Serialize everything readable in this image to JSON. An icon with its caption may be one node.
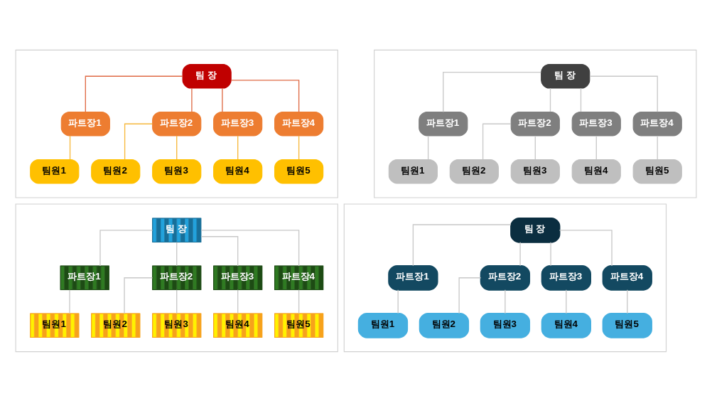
{
  "diagram": {
    "nodes": [
      {
        "text": [],
        "shape": "box"
      },
      {
        "text": [
          "팀 장"
        ],
        "in": 0
      },
      {
        "text": [
          "파트장1"
        ],
        "in": 0
      },
      {
        "text": [
          "파트장2"
        ],
        "in": 0
      },
      {
        "text": [
          "파트장3"
        ],
        "in": 0
      },
      {
        "text": [
          "파트장4"
        ],
        "in": 0
      },
      {
        "text": [
          "팀원1"
        ],
        "in": 0
      },
      {
        "text": [
          "팀원2"
        ],
        "in": 0
      },
      {
        "text": [
          "팀원3"
        ],
        "in": 0
      },
      {
        "text": [
          "팀원4"
        ],
        "in": 0
      },
      {
        "text": [
          "팀원5"
        ],
        "in": 0
      },
      {
        "text": [],
        "shape": "box"
      },
      {
        "text": [
          "팀 장"
        ],
        "in": 11
      },
      {
        "text": [
          "파트장1"
        ],
        "in": 11
      },
      {
        "text": [
          "파트장2"
        ],
        "in": 11
      },
      {
        "text": [
          "파트장3"
        ],
        "in": 11
      },
      {
        "text": [
          "파트장4"
        ],
        "in": 11
      },
      {
        "text": [
          "팀원1"
        ],
        "in": 11
      },
      {
        "text": [
          "팀원2"
        ],
        "in": 11
      },
      {
        "text": [
          "팀원3"
        ],
        "in": 11
      },
      {
        "text": [
          "팀원4"
        ],
        "in": 11
      },
      {
        "text": [
          "팀원5"
        ],
        "in": 11
      },
      {
        "text": [],
        "shape": "box"
      },
      {
        "text": [
          "팀 장"
        ],
        "in": 22
      },
      {
        "text": [
          "파트장1"
        ],
        "in": 22
      },
      {
        "text": [
          "파트장2"
        ],
        "in": 22
      },
      {
        "text": [
          "파트장3"
        ],
        "in": 22
      },
      {
        "text": [
          "파트장4"
        ],
        "in": 22
      },
      {
        "text": [
          "팀원1"
        ],
        "in": 22
      },
      {
        "text": [
          "팀원2"
        ],
        "in": 22
      },
      {
        "text": [
          "팀원3"
        ],
        "in": 22
      },
      {
        "text": [
          "팀원4"
        ],
        "in": 22
      },
      {
        "text": [
          "팀원5"
        ],
        "in": 22
      },
      {
        "text": [],
        "shape": "box"
      },
      {
        "text": [
          "팀 장"
        ],
        "in": 33
      },
      {
        "text": [
          "파트장1"
        ],
        "in": 33
      },
      {
        "text": [
          "파트장2"
        ],
        "in": 33
      },
      {
        "text": [
          "파트장3"
        ],
        "in": 33
      },
      {
        "text": [
          "파트장4"
        ],
        "in": 33
      },
      {
        "text": [
          "팀원1"
        ],
        "in": 33
      },
      {
        "text": [
          "팀원2"
        ],
        "in": 33
      },
      {
        "text": [
          "팀원3"
        ],
        "in": 33
      },
      {
        "text": [
          "팀원4"
        ],
        "in": 33
      },
      {
        "text": [
          "팀원5"
        ],
        "in": 33
      }
    ],
    "edges": [
      {
        "from": 1,
        "to": 2,
        "arrow": "none",
        "color": "#df6a45"
      },
      {
        "from": 1,
        "to": 3,
        "arrow": "none",
        "color": "#df6a45"
      },
      {
        "from": 1,
        "to": 4,
        "arrow": "none",
        "color": "#df6a45"
      },
      {
        "from": 1,
        "to": 5,
        "arrow": "none",
        "color": "#df6a45"
      },
      {
        "from": 2,
        "to": 6,
        "arrow": "none",
        "color": "#f6b83c"
      },
      {
        "from": 3,
        "to": 7,
        "arrow": "none",
        "color": "#f6b83c"
      },
      {
        "from": 3,
        "to": 8,
        "arrow": "none",
        "color": "#f6b83c"
      },
      {
        "from": 4,
        "to": 9,
        "arrow": "none",
        "color": "#f6b83c"
      },
      {
        "from": 5,
        "to": 10,
        "arrow": "none",
        "color": "#f6b83c"
      },
      {
        "from": 12,
        "to": 13,
        "arrow": "none"
      },
      {
        "from": 12,
        "to": 14,
        "arrow": "none"
      },
      {
        "from": 12,
        "to": 15,
        "arrow": "none"
      },
      {
        "from": 12,
        "to": 16,
        "arrow": "none"
      },
      {
        "from": 13,
        "to": 17,
        "arrow": "none"
      },
      {
        "from": 14,
        "to": 18,
        "arrow": "none"
      },
      {
        "from": 14,
        "to": 19,
        "arrow": "none"
      },
      {
        "from": 15,
        "to": 20,
        "arrow": "none"
      },
      {
        "from": 16,
        "to": 21,
        "arrow": "none"
      },
      {
        "from": 23,
        "to": 24,
        "arrow": "none"
      },
      {
        "from": 23,
        "to": 25,
        "arrow": "none"
      },
      {
        "from": 23,
        "to": 26,
        "arrow": "none"
      },
      {
        "from": 23,
        "to": 27,
        "arrow": "none"
      },
      {
        "from": 24,
        "to": 28,
        "arrow": "none"
      },
      {
        "from": 25,
        "to": 29,
        "arrow": "none"
      },
      {
        "from": 25,
        "to": 30,
        "arrow": "none"
      },
      {
        "from": 26,
        "to": 31,
        "arrow": "none"
      },
      {
        "from": 27,
        "to": 32,
        "arrow": "none"
      },
      {
        "from": 34,
        "to": 35,
        "arrow": "none"
      },
      {
        "from": 34,
        "to": 36,
        "arrow": "none"
      },
      {
        "from": 34,
        "to": 37,
        "arrow": "none"
      },
      {
        "from": 34,
        "to": 38,
        "arrow": "none"
      },
      {
        "from": 35,
        "to": 39,
        "arrow": "none"
      },
      {
        "from": 36,
        "to": 40,
        "arrow": "none"
      },
      {
        "from": 36,
        "to": 41,
        "arrow": "none"
      },
      {
        "from": 37,
        "to": 42,
        "arrow": "none"
      },
      {
        "from": 38,
        "to": 43,
        "arrow": "none"
      }
    ]
  }
}
